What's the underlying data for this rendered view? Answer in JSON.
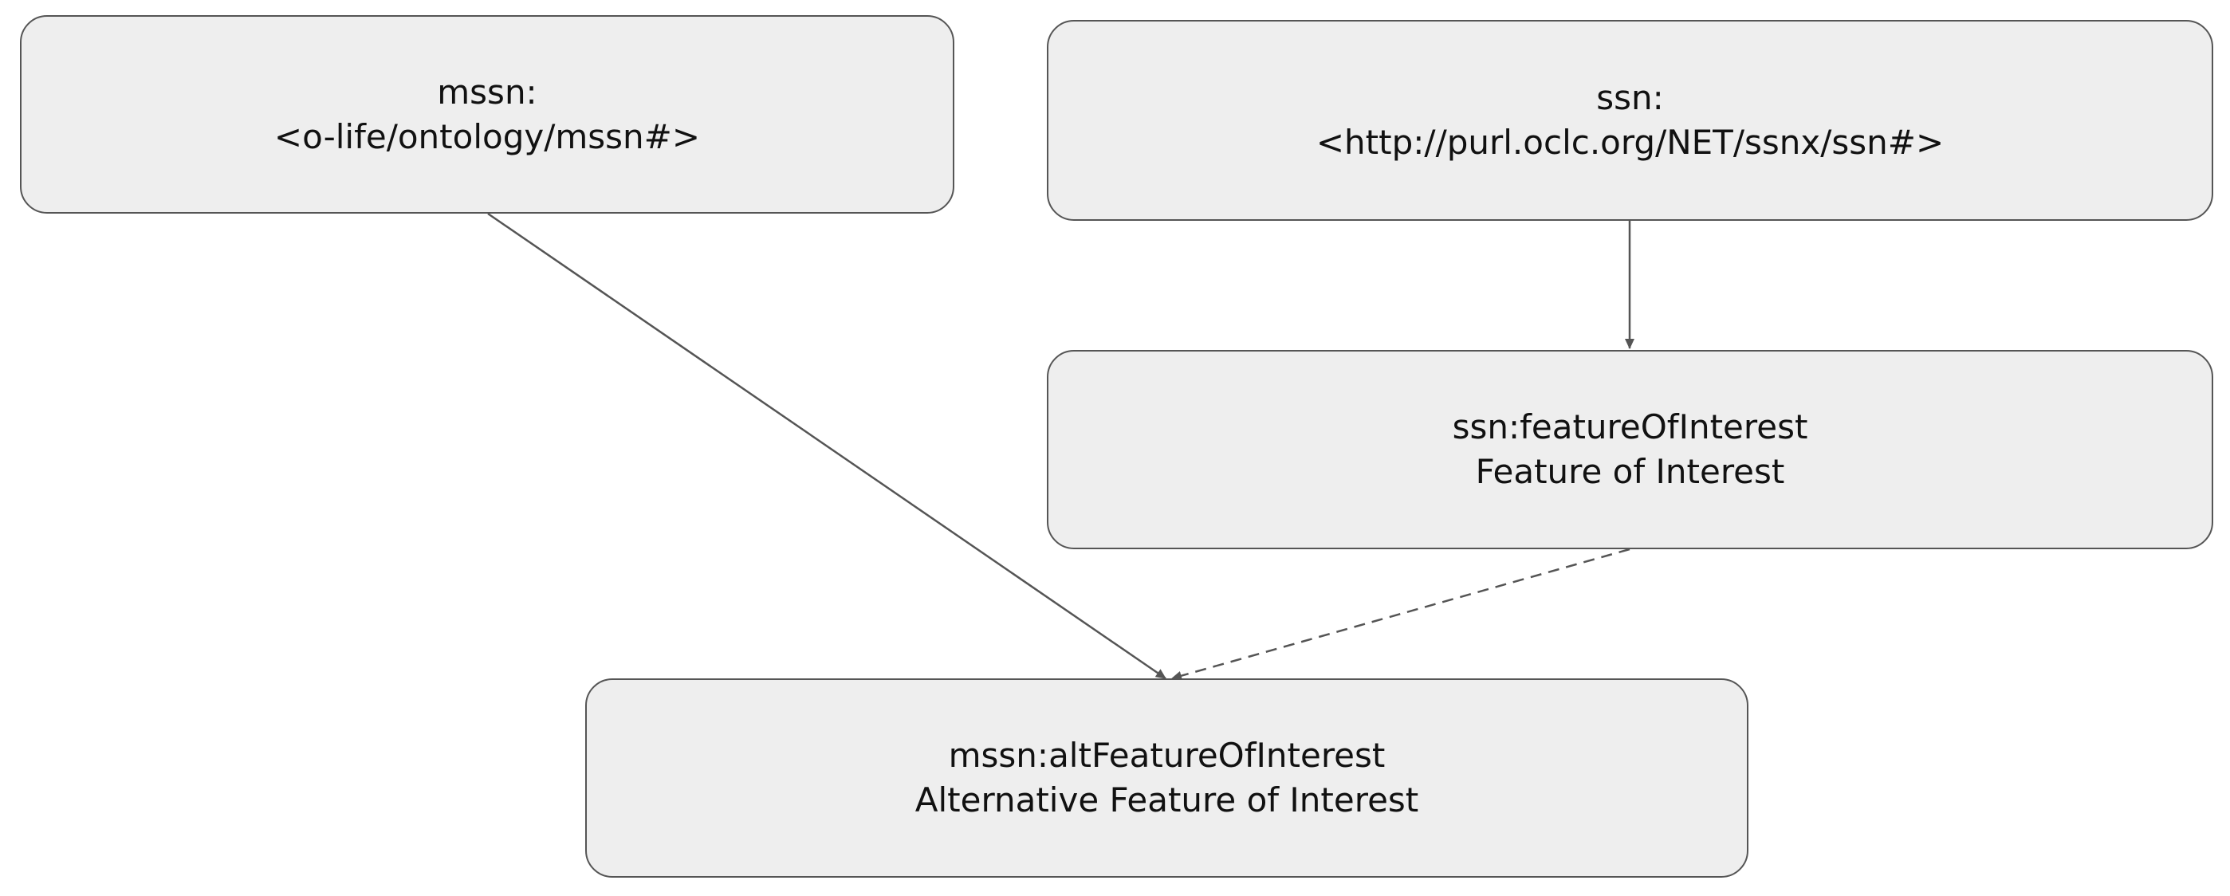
{
  "diagram": {
    "nodes": {
      "mssn_namespace": {
        "line1": "mssn:",
        "line2": "<o-life/ontology/mssn#>"
      },
      "ssn_namespace": {
        "line1": "ssn:",
        "line2": "<http://purl.oclc.org/NET/ssnx/ssn#>"
      },
      "ssn_feature_of_interest": {
        "line1": "ssn:featureOfInterest",
        "line2": "Feature of Interest"
      },
      "mssn_alt_feature_of_interest": {
        "line1": "mssn:altFeatureOfInterest",
        "line2": "Alternative Feature of Interest"
      }
    },
    "edges": [
      {
        "from": "mssn_namespace",
        "to": "mssn_alt_feature_of_interest",
        "style": "solid"
      },
      {
        "from": "ssn_namespace",
        "to": "ssn_feature_of_interest",
        "style": "solid"
      },
      {
        "from": "ssn_feature_of_interest",
        "to": "mssn_alt_feature_of_interest",
        "style": "dashed"
      }
    ],
    "colors": {
      "node_fill": "#eeeeee",
      "node_border": "#555555",
      "edge": "#555555",
      "text": "#111111"
    }
  }
}
